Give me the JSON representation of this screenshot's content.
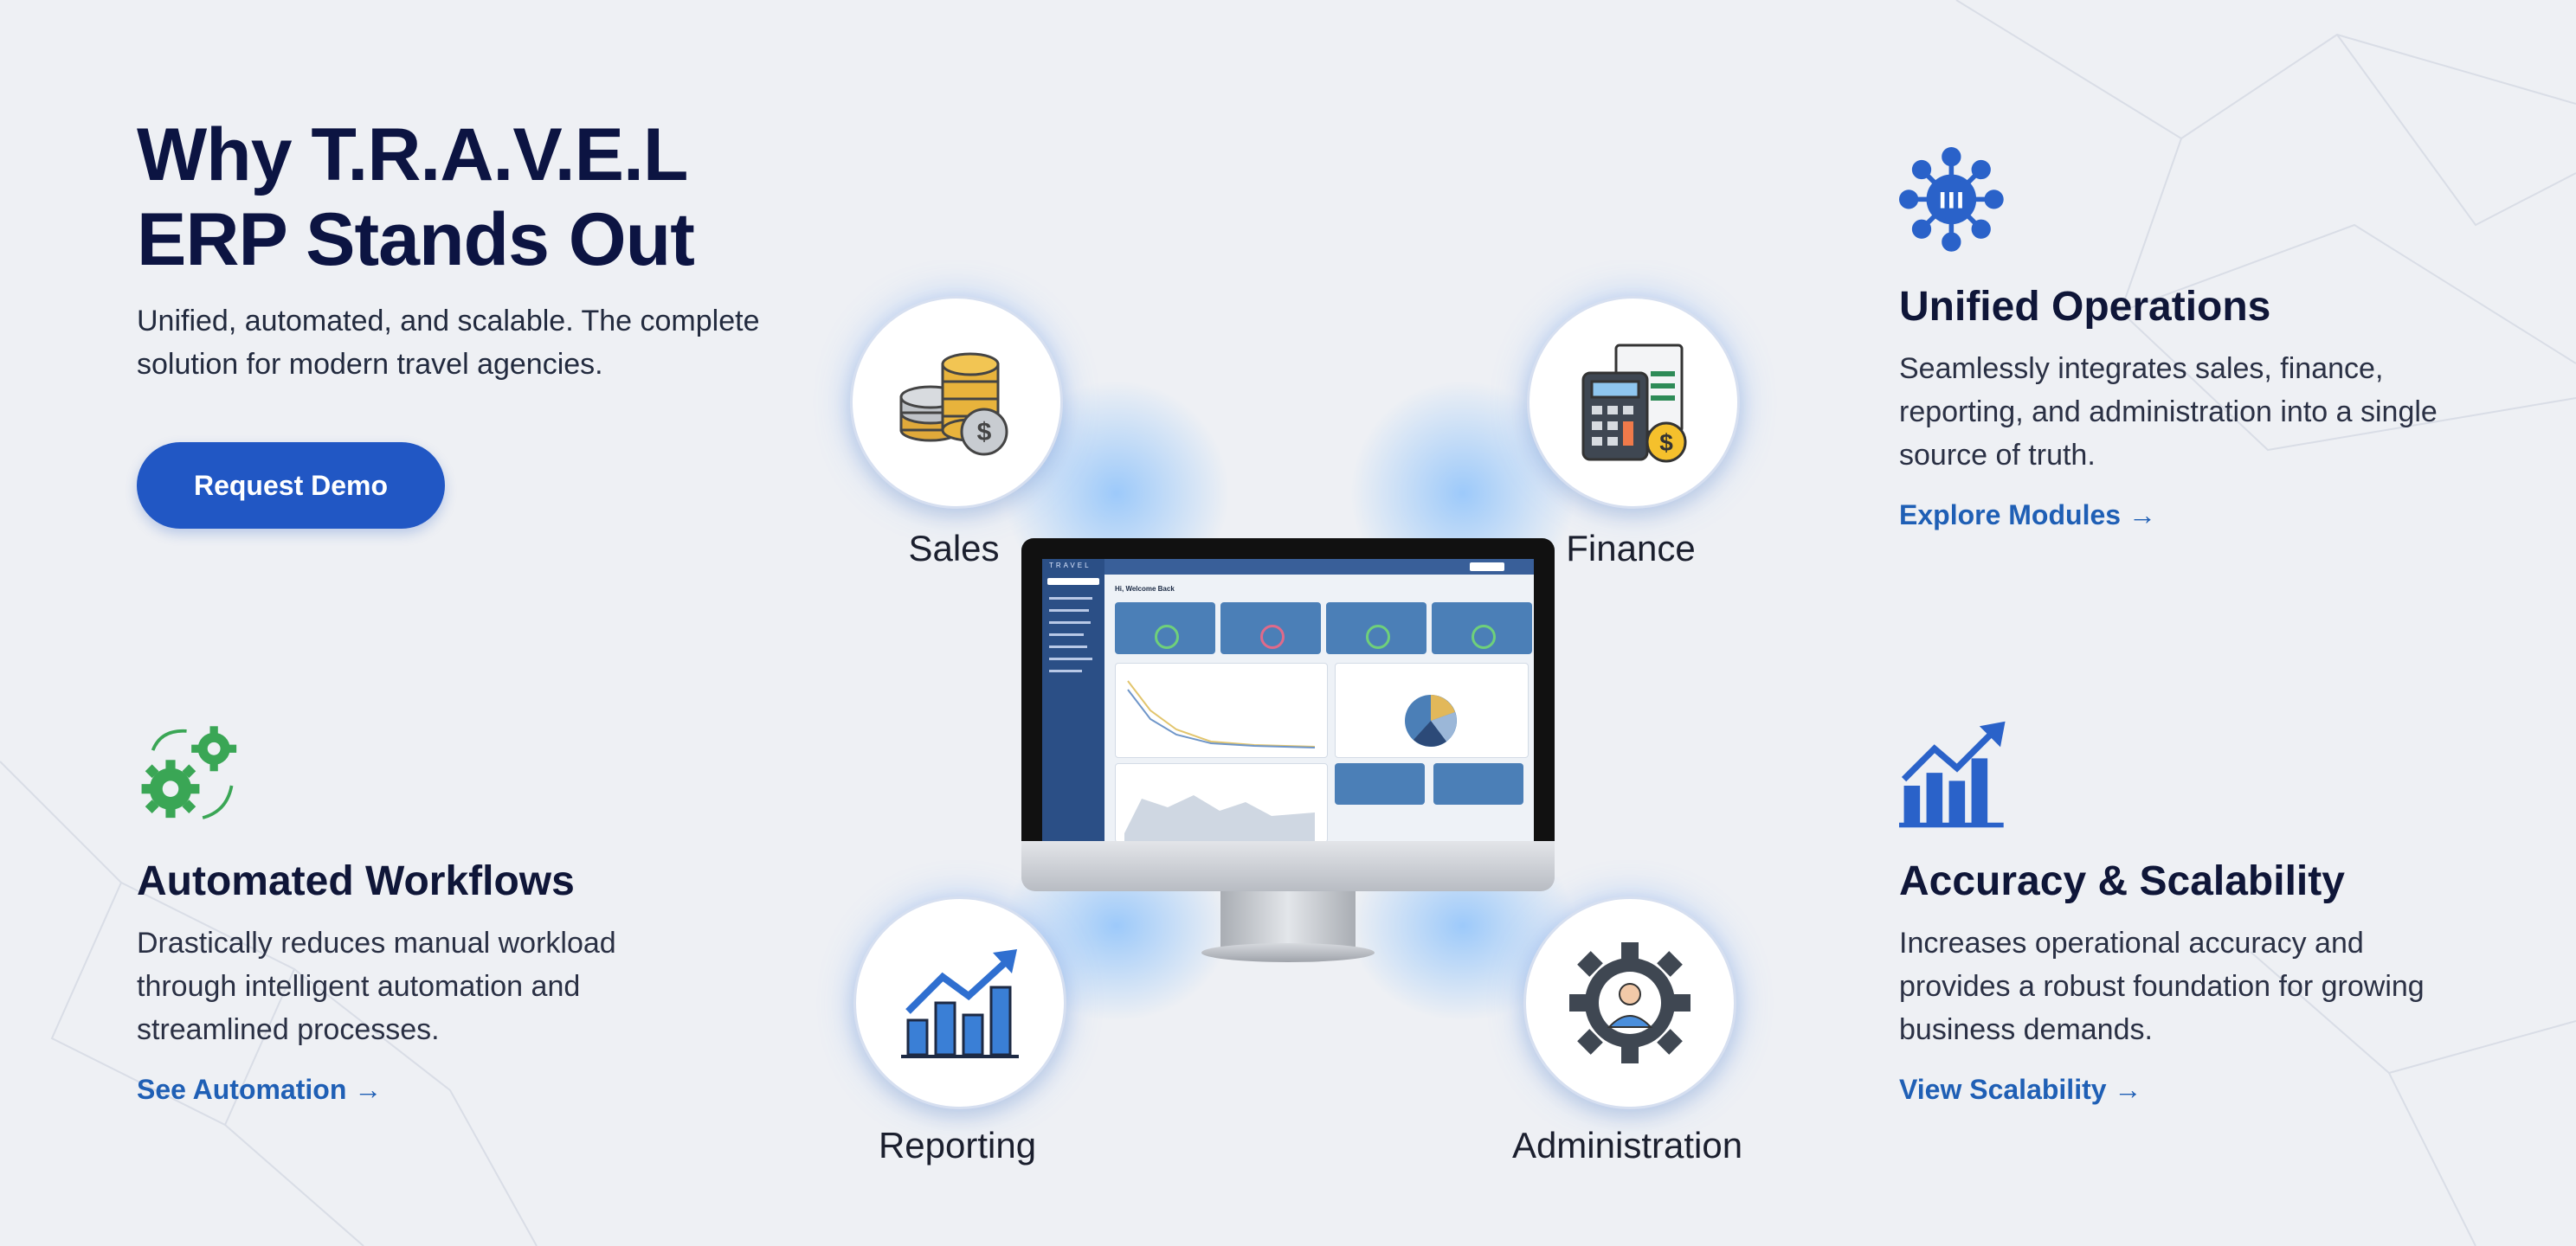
{
  "hero": {
    "title": "Why T.R.A.V.E.L ERP Stands Out",
    "subtitle": "Unified, automated, and scalable. The complete solution for modern travel agencies.",
    "cta_label": "Request Demo"
  },
  "features": {
    "unified": {
      "icon": "network-hub-icon",
      "title": "Unified Operations",
      "description": "Seamlessly integrates sales, finance, reporting, and administration into a single source of truth.",
      "link": "Explore Modules →"
    },
    "automated": {
      "icon": "gears-cycle-icon",
      "title": "Automated Workflows",
      "description": "Drastically reduces manual workload through intelligent automation and streamlined processes.",
      "link": "See Automation →"
    },
    "scalability": {
      "icon": "growth-chart-icon",
      "title": "Accuracy & Scalability",
      "description": "Increases operational accuracy and provides a robust foundation for growing business demands.",
      "link": "View Scalability →"
    }
  },
  "modules": [
    {
      "label": "Sales",
      "icon": "coins-icon"
    },
    {
      "label": "Finance",
      "icon": "calculator-icon"
    },
    {
      "label": "Reporting",
      "icon": "bar-chart-icon"
    },
    {
      "label": "Administration",
      "icon": "admin-gear-icon"
    }
  ],
  "dashboard": {
    "logo": "TRAVEL",
    "welcome": "Hi, Welcome Back"
  },
  "colors": {
    "accent": "#2157c4",
    "link": "#1f5fb5",
    "heading": "#0c1442",
    "icon_blue": "#2a62c9",
    "icon_green": "#3aa655"
  }
}
